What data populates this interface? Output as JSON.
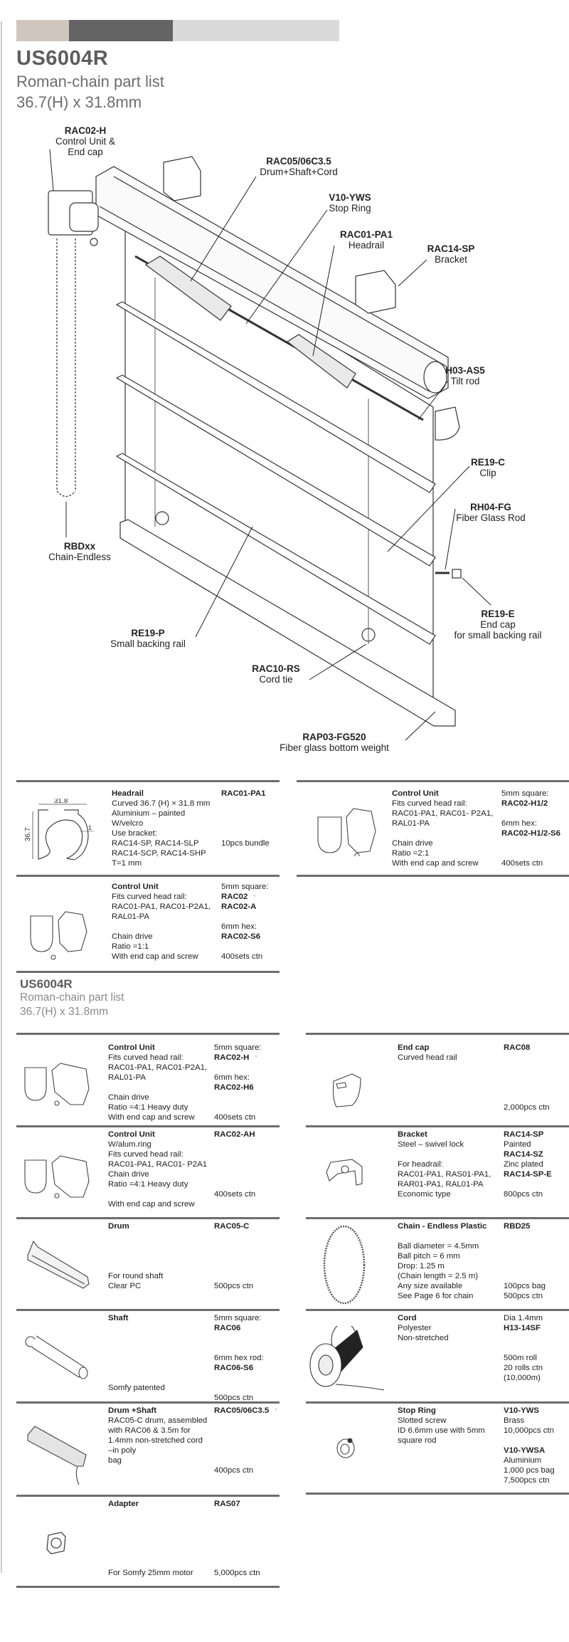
{
  "header": {
    "colors": [
      "#d0c6bd",
      "#646464",
      "#d9dad9"
    ],
    "title": "US6004R",
    "subtitle": "Roman-chain part list",
    "dimensions": "36.7(H) x 31.8mm"
  },
  "diagram": {
    "labels": [
      {
        "code": "RAC02-H",
        "desc1": "Control Unit &",
        "desc2": "End cap"
      },
      {
        "code": "RAC05/06C3.5",
        "desc1": "Drum+Shaft+Cord"
      },
      {
        "code": "V10-YWS",
        "desc1": "Stop Ring"
      },
      {
        "code": "RAC01-PA1",
        "desc1": "Headrail"
      },
      {
        "code": "RAC14-SP",
        "desc1": "Bracket"
      },
      {
        "code": "H03-AS5",
        "desc1": "Tilt rod"
      },
      {
        "code": "RE19-C",
        "desc1": "Clip"
      },
      {
        "code": "RH04-FG",
        "desc1": "Fiber Glass Rod"
      },
      {
        "code": "RE19-E",
        "desc1": "End cap",
        "desc2": "for small backing rail"
      },
      {
        "code": "RBDxx",
        "desc1": "Chain-Endless"
      },
      {
        "code": "RE19-P",
        "desc1": "Small backing rail"
      },
      {
        "code": "RAC10-RS",
        "desc1": "Cord tie"
      },
      {
        "code": "RAP03-FG520",
        "desc1": "Fiber glass bottom weight"
      }
    ]
  },
  "headrail_dims": {
    "width": "31.8",
    "height": "36.7",
    "thickness": "1"
  },
  "section2": {
    "title": "US6004R",
    "subtitle": "Roman-chain part list",
    "dimensions": "36.7(H) x 31.8mm"
  },
  "parts": {
    "headrail": {
      "title": "Headrail",
      "lines": [
        "Curved 36.7 (H) × 31.8 mm",
        "Aluminium – painted",
        "W/velcro",
        "Use bracket:",
        "RAC14-SP, RAC14-SLP",
        "RAC14-SCP, RAC14-SHP",
        "T=1 mm"
      ],
      "code": "RAC01-PA1",
      "pack": "10pcs bundle"
    },
    "cu_h12": {
      "title": "Control Unit",
      "lines": [
        "Fits curved head rail:",
        "RAC01-PA1, RAC01- P2A1,",
        "RAL01-PA"
      ],
      "lines2": [
        "Chain drive",
        "Ratio =2:1",
        "With end cap and screw"
      ],
      "opt1": "5mm square:",
      "code1": "RAC02-H1/2",
      "opt2": "6mm hex:",
      "code2": "RAC02-H1/2-S6",
      "pack": "400sets ctn"
    },
    "cu_02": {
      "title": "Control Unit",
      "lines": [
        "Fits curved head rail:",
        "RAC01-PA1, RAC01-P2A1,",
        "RAL01-PA"
      ],
      "lines2": [
        "Chain drive",
        "Ratio =1:1",
        "With end cap and screw"
      ],
      "opt1": "5mm square:",
      "code1": "RAC02",
      "code1b": "RAC02-A",
      "opt2": "6mm hex:",
      "code2": "RAC02-S6",
      "pack": "400sets ctn",
      "mark": "*"
    },
    "cu_h": {
      "title": "Control Unit",
      "lines": [
        "Fits curved head rail:",
        "RAC01-PA1, RAC01-P2A1,",
        "RAL01-PA"
      ],
      "lines2": [
        "Chain drive",
        "Ratio =4:1 Heavy duty",
        "With end cap and screw"
      ],
      "opt1": "5mm square:",
      "code1": "RAC02-H",
      "opt2": "6mm hex:",
      "code2": "RAC02-H6",
      "pack": "400sets ctn",
      "mark": "*"
    },
    "endcap": {
      "title": "End cap",
      "lines": [
        "Curved head rail"
      ],
      "code": "RAC08",
      "pack": "2,000pcs ctn"
    },
    "cu_ah": {
      "title": "Control Unit",
      "lines": [
        "W/alum.ring",
        "Fits curved head rail:",
        "RAC01-PA1, RAC01- P2A1",
        "Chain drive",
        "Ratio =4:1 Heavy duty"
      ],
      "last": "With end cap and screw",
      "code": "RAC02-AH",
      "pack": "400sets ctn"
    },
    "bracket": {
      "title": "Bracket",
      "lines": [
        "Steel – swivel lock"
      ],
      "lines2": [
        "For headrail:",
        "RAC01-PA1, RAS01-PA1,",
        "RAR01-PA1, RAL01-PA",
        "Economic type"
      ],
      "code1": "RAC14-SP",
      "finish1": "Painted",
      "code2": "RAC14-SZ",
      "finish2": "Zinc plated",
      "code3": "RAC14-SP-E",
      "pack": "800pcs ctn"
    },
    "drum": {
      "title": "Drum",
      "lines": [
        "For round shaft",
        "Clear PC"
      ],
      "code": "RAC05-C",
      "pack": "500pcs ctn"
    },
    "chain": {
      "title": "Chain - Endless Plastic",
      "lines": [
        "Ball diameter = 4.5mm",
        "Ball pitch = 6 mm",
        "Drop: 1.25 m",
        "(Chain length = 2.5 m)",
        "Any size available",
        "See Page 6 for chain"
      ],
      "code": "RBD25",
      "pack1": "100pcs bag",
      "pack2": "500pcs ctn"
    },
    "shaft": {
      "title": "Shaft",
      "lines": [
        "Somfy patented"
      ],
      "opt1": "5mm square:",
      "code1": "RAC06",
      "opt2": "6mm hex rod:",
      "code2": "RAC06-S6",
      "pack": "500pcs ctn"
    },
    "cord": {
      "title": "Cord",
      "lines": [
        "Polyester",
        "Non-stretched"
      ],
      "spec": "Dia 1.4mm",
      "code": "H13-14SF",
      "pack1": "500m roll",
      "pack2": "20 rolls ctn",
      "pack3": "(10,000m)"
    },
    "drumshaft": {
      "title": "Drum +Shaft",
      "lines": [
        "RAC05-C drum, assembled",
        "with RAC06 & 3.5m for",
        "1.4mm non-stretched cord",
        "–in poly",
        "bag"
      ],
      "code": "RAC05/06C3.5",
      "pack": "400pcs ctn",
      "mark": "*"
    },
    "stopring": {
      "title": "Stop Ring",
      "lines": [
        "Slotted screw",
        "ID 6.6mm use with 5mm",
        "square rod"
      ],
      "code1": "V10-YWS",
      "mat1": "Brass",
      "pack1": "10,000pcs ctn",
      "code2": "V10-YWSA",
      "mat2": "Aluminium",
      "pack2a": "1,000 pcs bag",
      "pack2b": "7,500pcs ctn"
    },
    "adapter": {
      "title": "Adapter",
      "lines": [
        "For Somfy 25mm motor"
      ],
      "code": "RAS07",
      "pack": "5,000pcs ctn"
    }
  }
}
